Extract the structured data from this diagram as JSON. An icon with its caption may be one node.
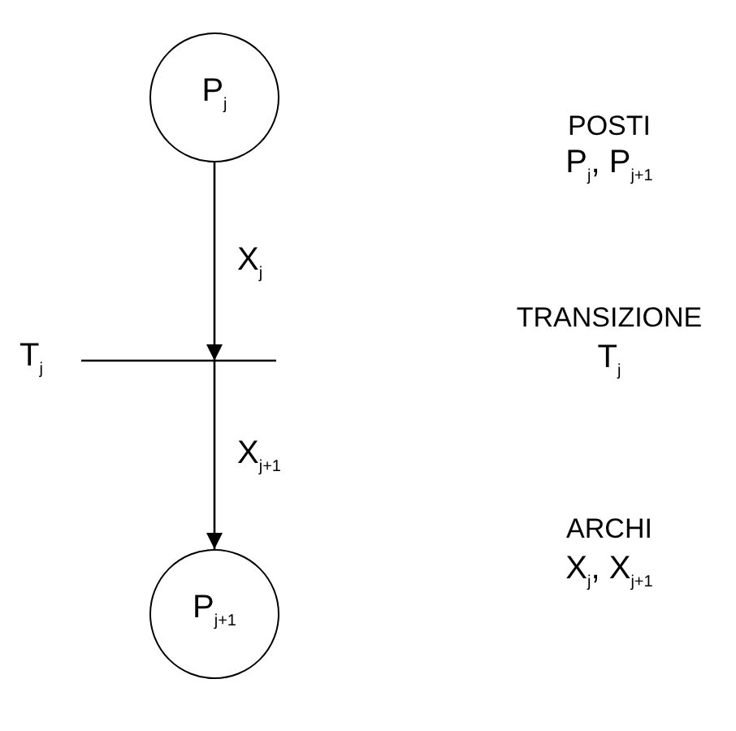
{
  "diagram": {
    "nodes": [
      {
        "text": [
          "P$_{j}$"
        ]
      },
      {
        "text": [
          "T$_{j}$"
        ]
      },
      {
        "text": [
          "P$_{j+1}$"
        ]
      }
    ],
    "edges": [
      {
        "from": 0,
        "to": 1,
        "arrow": "to",
        "label": "X$_{j}$"
      },
      {
        "from": 1,
        "to": 2,
        "arrow": "to",
        "label": "X$_{j+1}$"
      }
    ],
    "labels": [
      "POSTI",
      "P$_{j}$, P$_{j+1}$",
      "TRANSIZIONE",
      "T$_{j}$",
      "ARCHI",
      "X$_{j}$, X$_{j+1}$"
    ]
  }
}
